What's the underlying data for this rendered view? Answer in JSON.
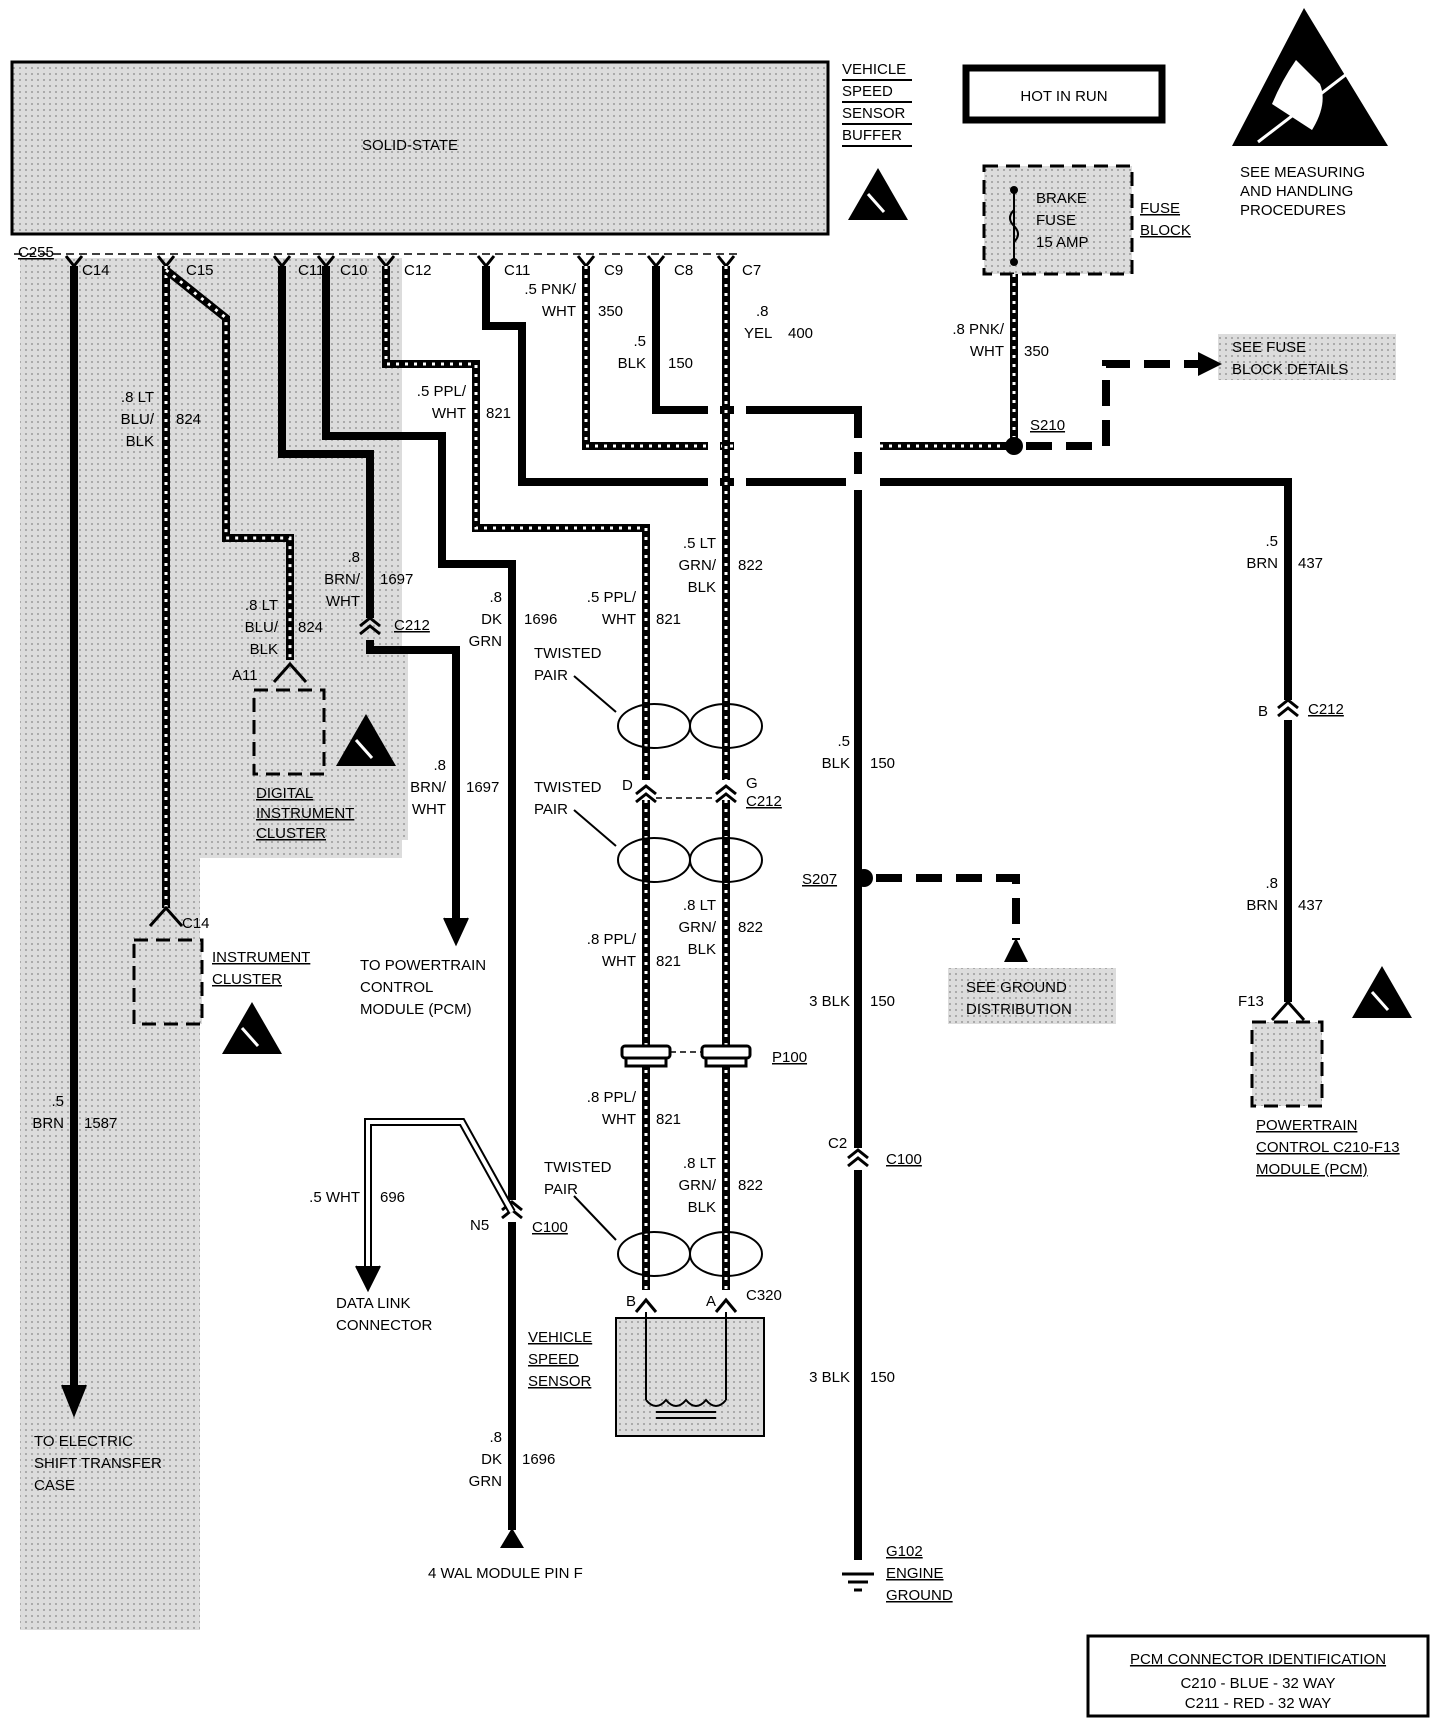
{
  "buffer": {
    "body_label": "SOLID-STATE",
    "title_lines": [
      "VEHICLE",
      "SPEED",
      "SENSOR",
      "BUFFER"
    ],
    "connector": "C255",
    "pins": [
      "C14",
      "C15",
      "C11",
      "C10",
      "C12",
      "C11",
      "C9",
      "C8",
      "C7"
    ]
  },
  "hot_in_run": "HOT IN RUN",
  "esd_note": [
    "SEE MEASURING",
    "AND HANDLING",
    "PROCEDURES"
  ],
  "fuse": {
    "lines": [
      "BRAKE",
      "FUSE",
      "15 AMP"
    ],
    "block_lines": [
      "FUSE",
      "BLOCK"
    ]
  },
  "fuse_details": [
    "SEE FUSE",
    "BLOCK DETAILS"
  ],
  "splices": {
    "s210": "S210",
    "s207": "S207"
  },
  "wires": {
    "w824_top": [
      ".8 LT",
      "BLU/",
      "BLK",
      "824"
    ],
    "w824_bot": [
      ".8 LT",
      "BLU/",
      "BLK",
      "824"
    ],
    "w350_top": [
      ".5 PNK/",
      "WHT",
      "350"
    ],
    "w150_top": [
      ".5",
      "BLK",
      "150"
    ],
    "w400": [
      ".8",
      "YEL",
      "400"
    ],
    "w350_fuse": [
      ".8 PNK/",
      "WHT",
      "350"
    ],
    "w821_top": [
      ".5 PPL/",
      "WHT",
      "821"
    ],
    "w1697_top": [
      ".8",
      "BRN/",
      "WHT",
      "1697"
    ],
    "w1696_top": [
      ".8",
      "DK",
      "GRN",
      "1696"
    ],
    "w822_a": [
      ".5 LT",
      "GRN/",
      "BLK",
      "822"
    ],
    "w821_a": [
      ".5 PPL/",
      "WHT",
      "821"
    ],
    "w437_a": [
      ".5",
      "BRN",
      "437"
    ],
    "w437_b": [
      ".8",
      "BRN",
      "437"
    ],
    "w150_mid": [
      ".5",
      "BLK",
      "150"
    ],
    "w1697_bot": [
      ".8",
      "BRN/",
      "WHT",
      "1697"
    ],
    "w822_b": [
      ".8 LT",
      "GRN/",
      "BLK",
      "822"
    ],
    "w821_b": [
      ".8 PPL/",
      "WHT",
      "821"
    ],
    "w150_3a": [
      "3 BLK",
      "150"
    ],
    "w821_c": [
      ".8 PPL/",
      "WHT",
      "821"
    ],
    "w822_c": [
      ".8 LT",
      "GRN/",
      "BLK",
      "822"
    ],
    "w1587": [
      ".5",
      "BRN",
      "1587"
    ],
    "w696": [
      ".5 WHT",
      "696"
    ],
    "w150_3b": [
      "3 BLK",
      "150"
    ],
    "w1696_bot": [
      ".8",
      "DK",
      "GRN",
      "1696"
    ]
  },
  "connectors": {
    "c212_a": "C212",
    "c212_b": "C212",
    "c212_c": "C212",
    "a11": "A11",
    "c14": "C14",
    "d": "D",
    "g": "G",
    "p100": "P100",
    "c2": "C2",
    "c100_a": "C100",
    "c100_b": "C100",
    "n5": "N5",
    "b": "B",
    "a": "A",
    "c320": "C320",
    "f13": "F13",
    "bpin": "B"
  },
  "twisted_pair": [
    "TWISTED",
    "PAIR"
  ],
  "components": {
    "digital_cluster": [
      "DIGITAL",
      "INSTRUMENT",
      "CLUSTER"
    ],
    "instrument_cluster": [
      "INSTRUMENT",
      "CLUSTER"
    ],
    "pcm_dest": [
      "TO POWERTRAIN",
      "CONTROL",
      "MODULE (PCM)"
    ],
    "ground_dist": [
      "SEE GROUND",
      "DISTRIBUTION"
    ],
    "pcm_module": [
      "POWERTRAIN",
      "CONTROL C210-F13",
      "MODULE (PCM)"
    ],
    "data_link": [
      "DATA LINK",
      "CONNECTOR"
    ],
    "vss": [
      "VEHICLE",
      "SPEED",
      "SENSOR"
    ],
    "transfer_case": [
      "TO ELECTRIC",
      "SHIFT TRANSFER",
      "CASE"
    ],
    "wal": "4 WAL MODULE PIN F",
    "ground": [
      "G102",
      "ENGINE",
      "GROUND"
    ]
  },
  "pcm_id": {
    "title": "PCM CONNECTOR IDENTIFICATION",
    "rows": [
      "C210 - BLUE  - 32 WAY",
      "C211 - RED   - 32 WAY"
    ]
  },
  "colors": {
    "ink": "#000000",
    "shade": "#d9d9d9",
    "paper": "#ffffff"
  }
}
